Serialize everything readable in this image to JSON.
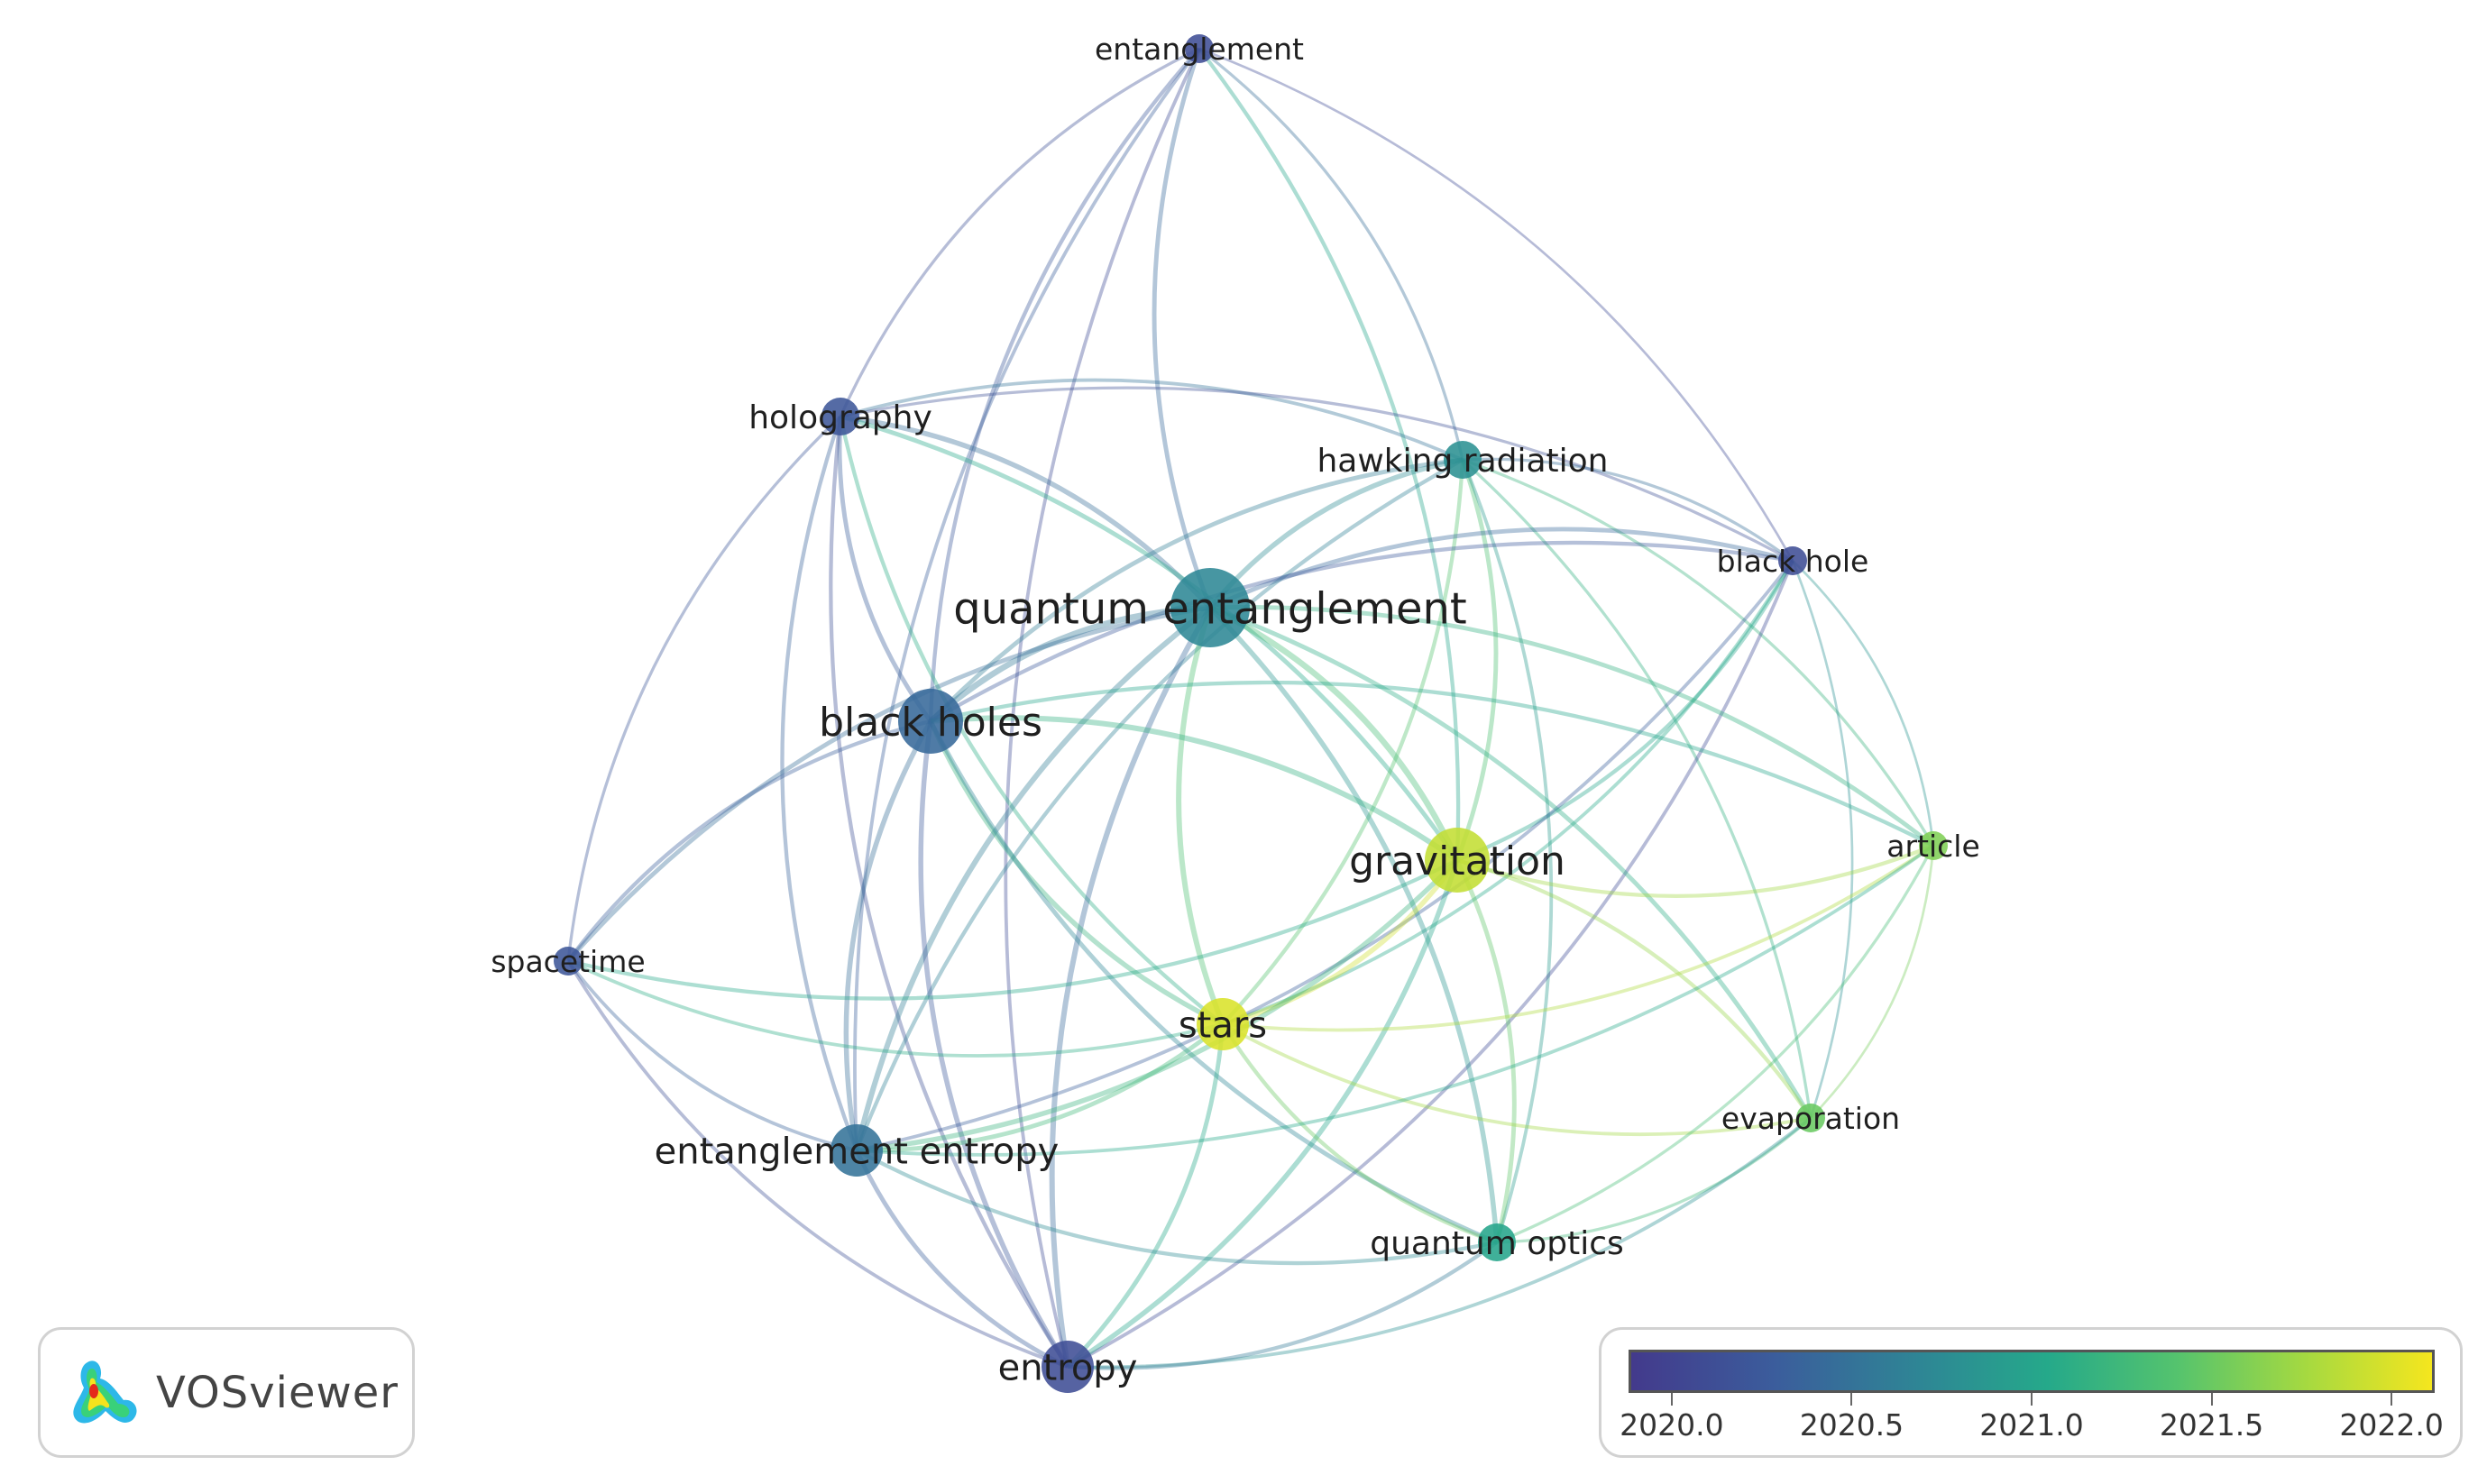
{
  "app": {
    "name": "VOSviewer"
  },
  "colors": {
    "scale_start": "#433a8c",
    "scale_end": "#f5e61e"
  },
  "nodes": [
    {
      "id": "entanglement",
      "label": "entanglement",
      "year": 2020.1,
      "weight": 1
    },
    {
      "id": "holography",
      "label": "holography",
      "year": 2020.2,
      "weight": 2
    },
    {
      "id": "hawking_radiation",
      "label": "hawking radiation",
      "year": 2020.8,
      "weight": 2
    },
    {
      "id": "black_hole",
      "label": "black hole",
      "year": 2020.1,
      "weight": 1
    },
    {
      "id": "quantum_entanglement",
      "label": "quantum entanglement",
      "year": 2020.7,
      "weight": 5
    },
    {
      "id": "black_holes",
      "label": "black holes",
      "year": 2020.4,
      "weight": 4
    },
    {
      "id": "gravitation",
      "label": "gravitation",
      "year": 2021.9,
      "weight": 4
    },
    {
      "id": "article",
      "label": "article",
      "year": 2021.6,
      "weight": 1
    },
    {
      "id": "spacetime",
      "label": "spacetime",
      "year": 2020.2,
      "weight": 1
    },
    {
      "id": "stars",
      "label": "stars",
      "year": 2022.0,
      "weight": 3
    },
    {
      "id": "evaporation",
      "label": "evaporation",
      "year": 2021.5,
      "weight": 1
    },
    {
      "id": "entanglement_entropy",
      "label": "entanglement entropy",
      "year": 2020.5,
      "weight": 3
    },
    {
      "id": "quantum_optics",
      "label": "quantum optics",
      "year": 2021.0,
      "weight": 2
    },
    {
      "id": "entropy",
      "label": "entropy",
      "year": 2020.1,
      "weight": 3
    }
  ],
  "links": [
    [
      "entanglement",
      "holography"
    ],
    [
      "entanglement",
      "quantum_entanglement"
    ],
    [
      "entanglement",
      "black_holes"
    ],
    [
      "entanglement",
      "hawking_radiation"
    ],
    [
      "entanglement",
      "black_hole"
    ],
    [
      "entanglement",
      "gravitation"
    ],
    [
      "entanglement",
      "entanglement_entropy"
    ],
    [
      "entanglement",
      "entropy"
    ],
    [
      "holography",
      "quantum_entanglement"
    ],
    [
      "holography",
      "black_holes"
    ],
    [
      "holography",
      "entanglement_entropy"
    ],
    [
      "holography",
      "entropy"
    ],
    [
      "holography",
      "spacetime"
    ],
    [
      "holography",
      "hawking_radiation"
    ],
    [
      "holography",
      "black_hole"
    ],
    [
      "holography",
      "gravitation"
    ],
    [
      "holography",
      "stars"
    ],
    [
      "hawking_radiation",
      "quantum_entanglement"
    ],
    [
      "hawking_radiation",
      "black_holes"
    ],
    [
      "hawking_radiation",
      "gravitation"
    ],
    [
      "hawking_radiation",
      "stars"
    ],
    [
      "hawking_radiation",
      "quantum_optics"
    ],
    [
      "hawking_radiation",
      "evaporation"
    ],
    [
      "hawking_radiation",
      "black_hole"
    ],
    [
      "hawking_radiation",
      "article"
    ],
    [
      "hawking_radiation",
      "entanglement_entropy"
    ],
    [
      "black_hole",
      "quantum_entanglement"
    ],
    [
      "black_hole",
      "black_holes"
    ],
    [
      "black_hole",
      "gravitation"
    ],
    [
      "black_hole",
      "stars"
    ],
    [
      "black_hole",
      "article"
    ],
    [
      "black_hole",
      "evaporation"
    ],
    [
      "black_hole",
      "entropy"
    ],
    [
      "black_hole",
      "entanglement_entropy"
    ],
    [
      "quantum_entanglement",
      "black_holes"
    ],
    [
      "quantum_entanglement",
      "gravitation"
    ],
    [
      "quantum_entanglement",
      "stars"
    ],
    [
      "quantum_entanglement",
      "entanglement_entropy"
    ],
    [
      "quantum_entanglement",
      "entropy"
    ],
    [
      "quantum_entanglement",
      "quantum_optics"
    ],
    [
      "quantum_entanglement",
      "article"
    ],
    [
      "quantum_entanglement",
      "evaporation"
    ],
    [
      "quantum_entanglement",
      "spacetime"
    ],
    [
      "black_holes",
      "gravitation"
    ],
    [
      "black_holes",
      "stars"
    ],
    [
      "black_holes",
      "entanglement_entropy"
    ],
    [
      "black_holes",
      "entropy"
    ],
    [
      "black_holes",
      "spacetime"
    ],
    [
      "black_holes",
      "quantum_optics"
    ],
    [
      "black_holes",
      "article"
    ],
    [
      "gravitation",
      "stars"
    ],
    [
      "gravitation",
      "article"
    ],
    [
      "gravitation",
      "evaporation"
    ],
    [
      "gravitation",
      "quantum_optics"
    ],
    [
      "gravitation",
      "entanglement_entropy"
    ],
    [
      "gravitation",
      "entropy"
    ],
    [
      "gravitation",
      "spacetime"
    ],
    [
      "stars",
      "article"
    ],
    [
      "stars",
      "evaporation"
    ],
    [
      "stars",
      "quantum_optics"
    ],
    [
      "stars",
      "entanglement_entropy"
    ],
    [
      "stars",
      "entropy"
    ],
    [
      "stars",
      "spacetime"
    ],
    [
      "article",
      "evaporation"
    ],
    [
      "article",
      "quantum_optics"
    ],
    [
      "article",
      "entanglement_entropy"
    ],
    [
      "evaporation",
      "quantum_optics"
    ],
    [
      "evaporation",
      "entropy"
    ],
    [
      "entanglement_entropy",
      "entropy"
    ],
    [
      "entanglement_entropy",
      "spacetime"
    ],
    [
      "entanglement_entropy",
      "quantum_optics"
    ],
    [
      "quantum_optics",
      "entropy"
    ],
    [
      "spacetime",
      "entropy"
    ]
  ],
  "legend": {
    "ticks": [
      "2020.0",
      "2020.5",
      "2021.0",
      "2021.5",
      "2022.0"
    ],
    "min": 2019.88,
    "max": 2022.12
  }
}
